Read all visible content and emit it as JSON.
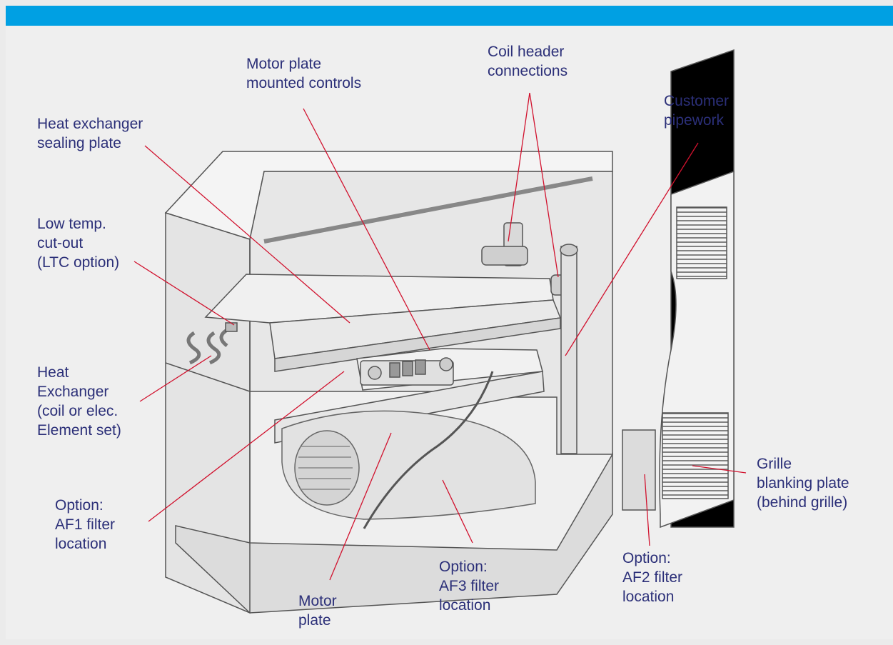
{
  "colors": {
    "top_bar": "#00a0e3",
    "background": "#efefef",
    "label_text": "#2b2f78",
    "leader_line": "#d1122e"
  },
  "labels": {
    "motor_plate_mounted_controls": [
      "Motor plate",
      "mounted controls"
    ],
    "coil_header_connections": [
      "Coil header",
      "connections"
    ],
    "customer_pipework": [
      "Customer",
      "pipework"
    ],
    "heat_exchanger_sealing_plate": [
      "Heat exchanger",
      "sealing plate"
    ],
    "low_temp_cutout": [
      "Low temp.",
      "cut-out",
      "(LTC option)"
    ],
    "heat_exchanger": [
      "Heat",
      "Exchanger",
      "(coil or elec.",
      "Element set)"
    ],
    "af1_filter": [
      "Option:",
      "AF1 filter",
      "location"
    ],
    "motor_plate": [
      "Motor",
      "plate"
    ],
    "af3_filter": [
      "Option:",
      "AF3 filter",
      "location"
    ],
    "af2_filter": [
      "Option:",
      "AF2 filter",
      "location"
    ],
    "grille_blanking_plate": [
      "Grille",
      "blanking plate",
      "(behind grille)"
    ]
  }
}
